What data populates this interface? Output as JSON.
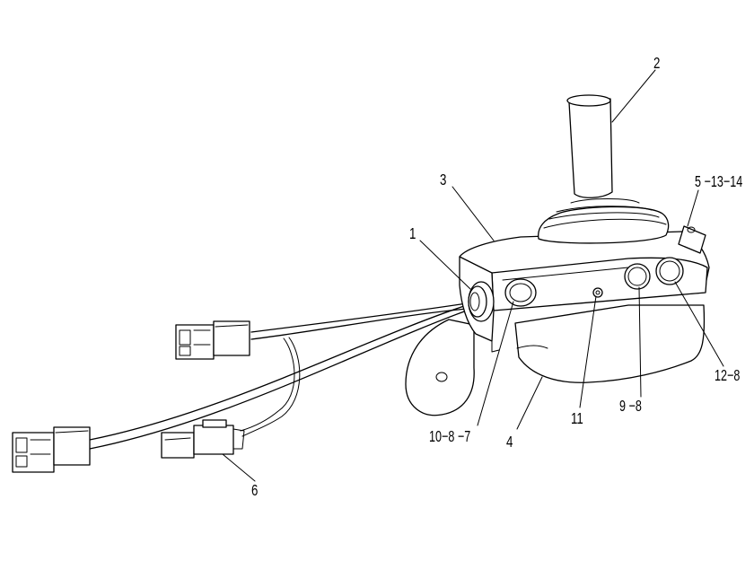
{
  "callouts": {
    "c1": "1",
    "c2": "2",
    "c3": "3",
    "c4": "4",
    "c5": "5 −13−14",
    "c6": "6",
    "c10": "10−8 −7",
    "c11": "11",
    "c9": "9 −8",
    "c12": "12−8"
  }
}
